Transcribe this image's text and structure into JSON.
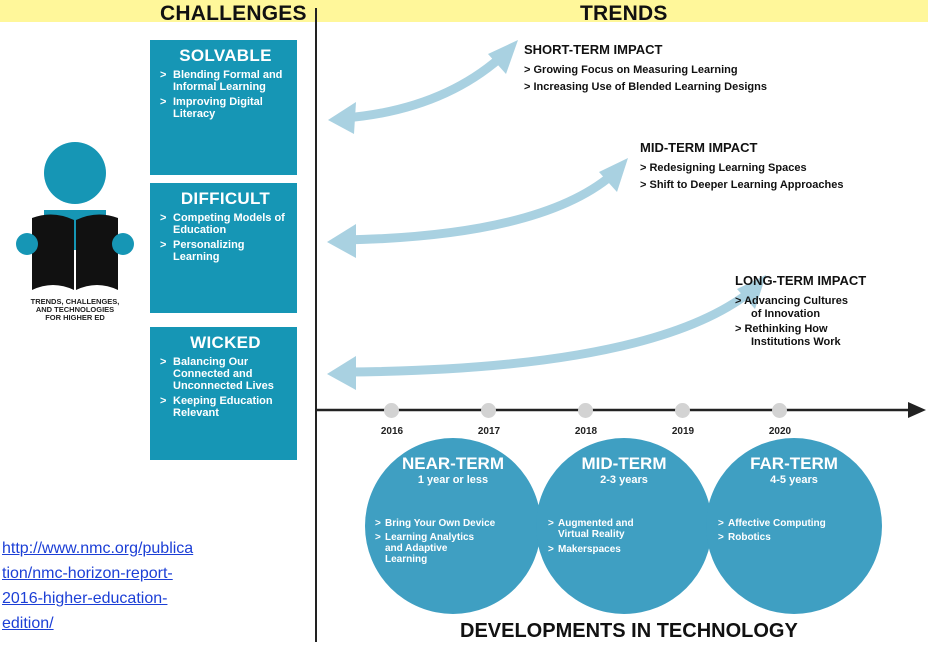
{
  "headings": {
    "challenges": "CHALLENGES",
    "trends": "TRENDS",
    "developments": "DEVELOPMENTS IN TECHNOLOGY"
  },
  "logo_text": [
    "TRENDS, CHALLENGES,",
    "AND TECHNOLOGIES",
    "FOR HIGHER ED"
  ],
  "challenges": [
    {
      "title": "SOLVABLE",
      "items": [
        "Blending Formal and Informal Learning",
        "Improving Digital Literacy"
      ]
    },
    {
      "title": "DIFFICULT",
      "items": [
        "Competing Models of Education",
        "Personalizing Learning"
      ]
    },
    {
      "title": "WICKED",
      "items": [
        "Balancing Our Connected and Unconnected Lives",
        "Keeping Education Relevant"
      ]
    }
  ],
  "trends": [
    {
      "title": "SHORT-TERM IMPACT",
      "items": [
        "> Growing Focus on Measuring Learning",
        "> Increasing Use of Blended Learning Designs"
      ]
    },
    {
      "title": "MID-TERM IMPACT",
      "items": [
        "> Redesigning Learning Spaces",
        "> Shift to Deeper Learning Approaches"
      ]
    },
    {
      "title": "LONG-TERM IMPACT",
      "items": [
        "> Advancing Cultures",
        "of Innovation",
        "> Rethinking How",
        "Institutions Work"
      ]
    }
  ],
  "years": [
    "2016",
    "2017",
    "2018",
    "2019",
    "2020"
  ],
  "developments": [
    {
      "title": "NEAR-TERM",
      "subtitle": "1 year or less",
      "items": [
        "Bring Your Own Device",
        "Learning Analytics and Adaptive Learning"
      ]
    },
    {
      "title": "MID-TERM",
      "subtitle": "2-3 years",
      "items": [
        "Augmented and Virtual Reality",
        "Makerspaces"
      ]
    },
    {
      "title": "FAR-TERM",
      "subtitle": "4-5 years",
      "items": [
        "Affective Computing",
        "Robotics"
      ]
    }
  ],
  "link_lines": [
    "http://www.nmc.org/publica",
    "tion/nmc-horizon-report-",
    "2016-higher-education-",
    "edition/"
  ],
  "colors": {
    "box_teal": "#1696b5",
    "circle_blue": "#3f9fc2",
    "arrow_light": "#a9d1e1",
    "banner_yellow": "#fff79a",
    "link_blue": "#1c3fd6"
  }
}
